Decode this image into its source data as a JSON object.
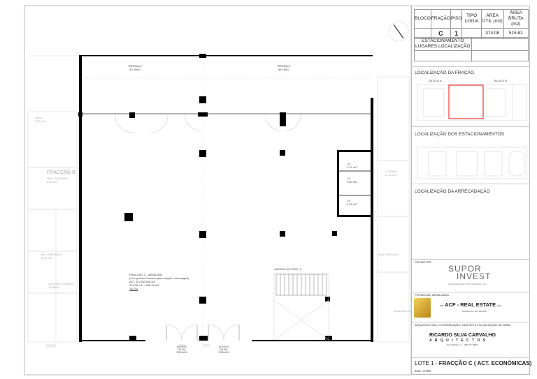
{
  "info_table": {
    "headers": [
      "BLOCO",
      "FRAÇÃO",
      "PISO",
      "TIPO LOGIA",
      "ÁREA ÚTIL (m2)",
      "ÁREA BRUTA (m2)"
    ],
    "values": [
      "",
      "C",
      "1",
      "",
      "374.08",
      "515.81"
    ]
  },
  "parking_table": {
    "header_top": "ESTACIONAMENTO",
    "header_lugares": "LUGARES",
    "header_localizacao": "LOCALIZAÇÃO"
  },
  "location_fraction": {
    "title": "LOCALIZAÇÃO DA FRAÇÃO",
    "label_a": "BLOCO A",
    "label_b": "BLOCO B",
    "highlight_color": "#e53935"
  },
  "location_parking": {
    "title": "LOCALIZAÇÃO DOS ESTACIONAMENTOS"
  },
  "location_storage": {
    "title": "LOCALIZAÇÃO DA ARRECADAÇÃO"
  },
  "promoter": {
    "label": "PROMOTOR",
    "logo_line1": "SUPOR",
    "logo_line2": "INVEST",
    "logo_sub": "SOCIEDADE DE CONSTRUÇÕES, LDA."
  },
  "promotion": {
    "label": "PROMOÇÃO IMOBILIÁRIA",
    "prefix": "AMI",
    "name": "ACF - REAL ESTATE",
    "suffix": "LDA",
    "contact": "CONTACTO: 911 000 000",
    "badge_color": "#d4a21a"
  },
  "architecture": {
    "label": "ARQUITECTURA, COORDENAÇÃO, GESTÃO E FISCALIZAÇÃO DE OBRA",
    "name": "RICARDO SILVA CARVALHO",
    "sub": "A R Q U I T E C T O S",
    "address": "Rua da Mirada n.º 1   ·   1380-275 LISBOA"
  },
  "sheet": {
    "title_a": "LOTE 1 - ",
    "title_b": "FRACÇÃO C ( ACT. ECONÓMICAS)",
    "scale": "ESC. 1/100"
  },
  "plan": {
    "terraco_1": {
      "name": "TERRAÇO",
      "area": "40.49m2"
    },
    "terraco_2": {
      "name": "TERRAÇO",
      "area": "56.18m2"
    },
    "is_1": {
      "name": "I.S.",
      "area": "2.97 m2"
    },
    "is_2": {
      "name": "I.S.",
      "area": "3.60 m2"
    },
    "is_3": {
      "name": "I.S.",
      "area": "3.02 m2"
    },
    "main": {
      "line1": "FRACÇÃO C - ARMAZÉM",
      "line2": "(com possível acesso para cargas e descargas)",
      "line3": "ACT. ECONÓMICAS",
      "line4": "374.08 m2 + 309.45 m2",
      "line5": "145.04"
    },
    "stair_label": "ACESSO AO PISO -1",
    "access_1": "ACESSO DA VIA PÚBLICA",
    "access_2": "ACESSO DA VIA PÚBLICA",
    "frac_b": "FRACÇÃO B",
    "sala": "SALA",
    "sala_area": "21.11m2",
    "hall_b": "HALL ENTRADA",
    "hall_b_area": "5.56 m2",
    "hall_entrada": "HALL ENTRADA",
    "hall_entrada_area": "16.67 m2",
    "galeria": "GALERIA COBERTA",
    "galeria_area": "14.93m2",
    "cozinha": "COZINHA",
    "cozinha_area": "12.12 m2",
    "hall_right": "HALL ENTRADA",
    "galeria_right": "GALERIA COB."
  }
}
